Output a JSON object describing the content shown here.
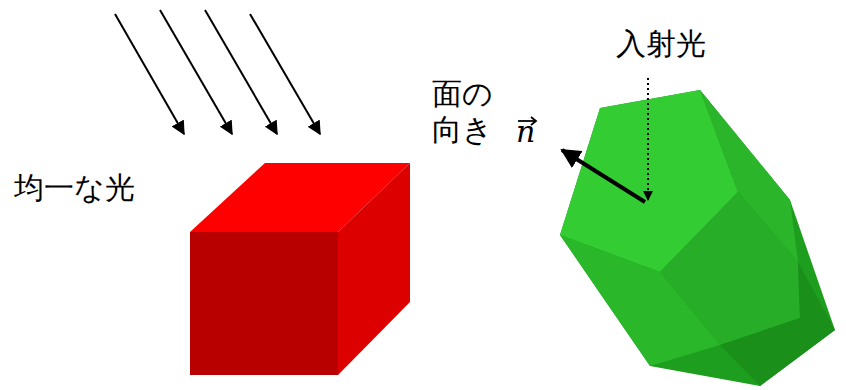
{
  "diagram": {
    "labels": [
      "均一な光",
      "入射光",
      "面の 向き",
      "n"
    ]
  }
}
